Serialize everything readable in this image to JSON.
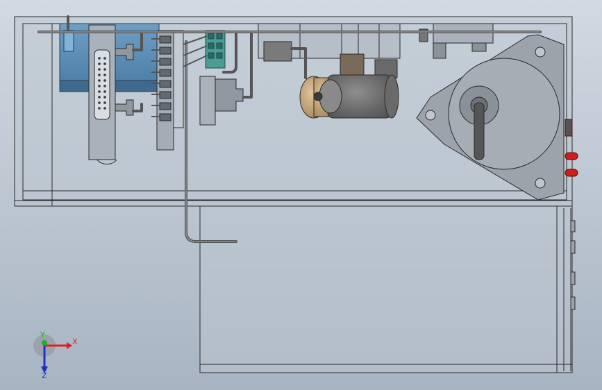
{
  "triad": {
    "x_label": "X",
    "y_label": "Y",
    "z_label": "Z",
    "x_color": "#e02020",
    "y_color": "#20b020",
    "z_color": "#2030c0"
  },
  "colors": {
    "background": "#c4ced9",
    "housing_stroke": "#2a2a2a",
    "housing_fill": "#b8c2cc",
    "pcb_blue": "#5b8fb8",
    "terminal_teal": "#3f8f88",
    "motor_gray": "#7b7b7b",
    "pulley_tan": "#c9a67a",
    "led_red": "#cc1a1a"
  },
  "icons": [
    "coordinate-triad-icon"
  ]
}
